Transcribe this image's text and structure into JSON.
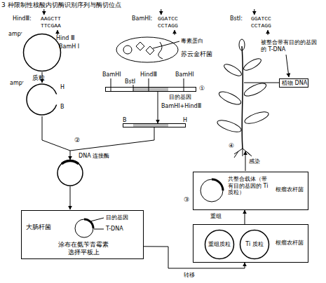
{
  "diagram": {
    "nodes": [
      {
        "text": [
          "ampʳ",
          "Hind Ⅲ",
          "BamH Ⅰ",
          "质粒"
        ]
      },
      {
        "text": [
          "毒素蛋白",
          "苏云金杆菌"
        ]
      },
      {
        "text": [
          "植物 DNA"
        ]
      },
      {
        "text": [
          "目的基因"
        ]
      },
      {
        "text": [
          "ampʳ",
          "H",
          "B"
        ]
      },
      {
        "text": [
          "B",
          "H"
        ]
      },
      {
        "text": [
          "大肠杆菌",
          "目的基因",
          "T-DNA",
          "涂布在氨苄青霉素选择平板上"
        ]
      },
      {
        "text": [
          "共整合载体（带有目的基因的 Ti 质粒）",
          "根瘤农杆菌"
        ]
      },
      {
        "text": [
          "根瘤农杆菌"
        ]
      },
      {
        "text": [
          "重组质粒"
        ],
        "in": 8
      },
      {
        "text": [
          "Ti 质粒"
        ],
        "in": 8
      }
    ],
    "edges": [
      {
        "from": 0,
        "to": 4,
        "arrow": "to"
      },
      {
        "from": 3,
        "to": 5,
        "arrow": "to",
        "label": "BamHⅠ+HindⅢ"
      },
      {
        "from": 6,
        "to": 8,
        "arrow": "to",
        "label": "转移"
      },
      {
        "from": 8,
        "to": 7,
        "arrow": "to",
        "label": "重组"
      }
    ],
    "labels": [
      "3 种限制性核酸内切酶识别序列与酶切位点",
      "HindⅢ:",
      "AAGCTT",
      "TTCGAA",
      "BamHⅠ:",
      "GGATCC",
      "CCTAGG",
      "BstⅠ:",
      "GGATCC",
      "CCTAGG",
      "BamHⅠ",
      "BstⅠ",
      "HindⅢ",
      "BamHⅠ",
      "①",
      "②",
      "DNA 连接酶",
      "③",
      "④",
      "感染",
      "被整合带有目的的基因的 T-DNA"
    ]
  }
}
